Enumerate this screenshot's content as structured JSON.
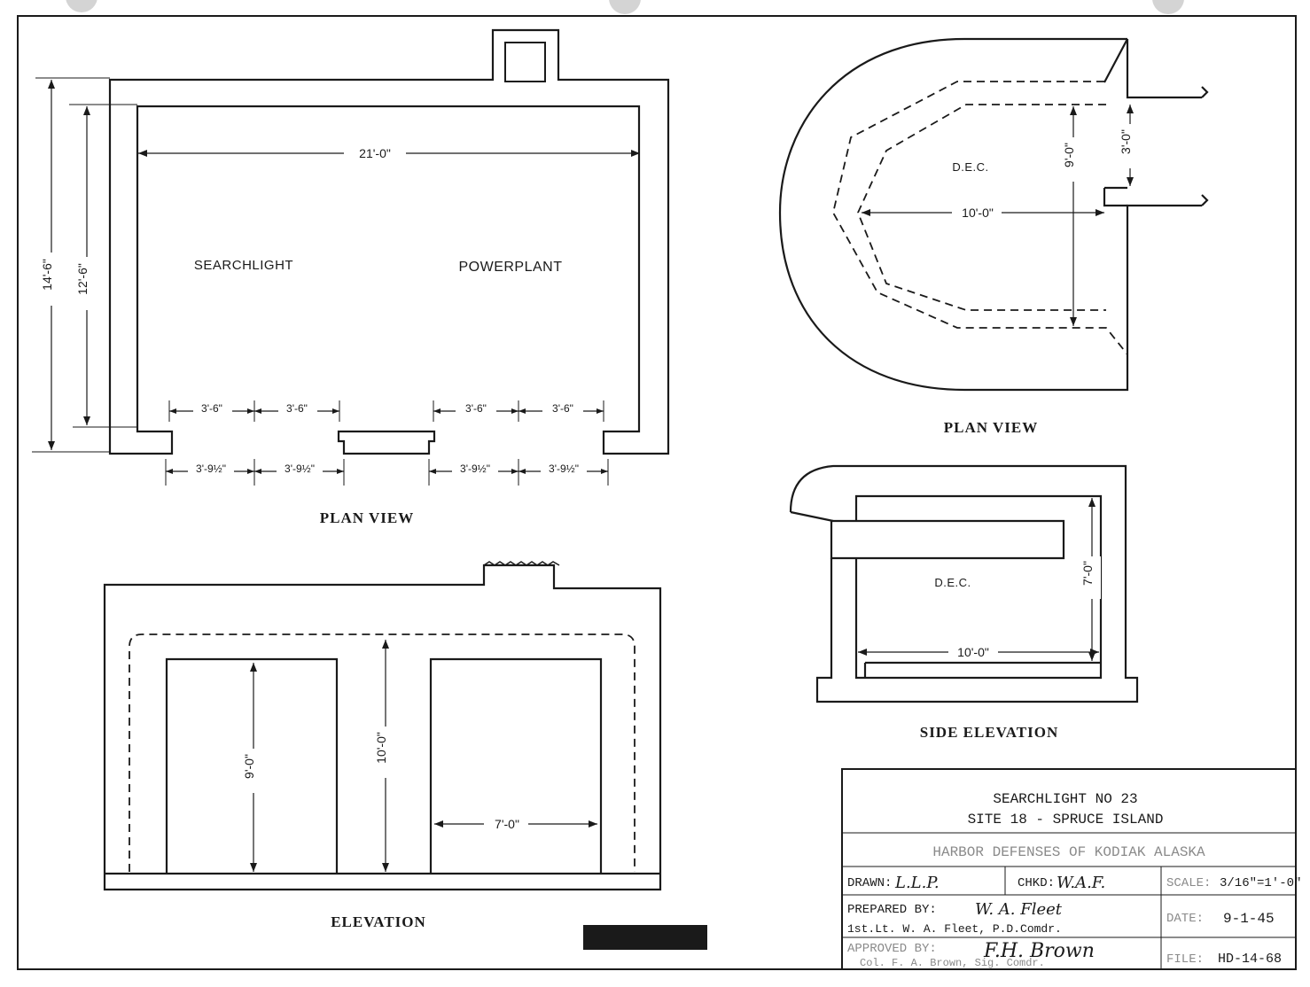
{
  "plan_view_left": {
    "caption": "PLAN VIEW",
    "room_label_left": "SEARCHLIGHT",
    "room_label_right": "POWERPLANT",
    "dim_overall_width": "21'-0\"",
    "dim_outer_depth": "14'-6\"",
    "dim_inner_depth": "12'-6\"",
    "dim_door_inner": [
      "3'-6\"",
      "3'-6\"",
      "3'-6\"",
      "3'-6\""
    ],
    "dim_door_outer": [
      "3'-9½\"",
      "3'-9½\"",
      "3'-9½\"",
      "3'-9½\""
    ]
  },
  "plan_view_right": {
    "caption": "PLAN VIEW",
    "room_label": "D.E.C.",
    "dim_depth": "9'-0\"",
    "dim_width": "10'-0\"",
    "dim_opening": "3'-0\""
  },
  "elevation": {
    "caption": "ELEVATION",
    "dim_door_height": "9'-0\"",
    "dim_overall_height": "10'-0\"",
    "dim_door_width": "7'-0\""
  },
  "side_elevation": {
    "caption": "SIDE ELEVATION",
    "room_label": "D.E.C.",
    "dim_height": "7'-0\"",
    "dim_width": "10'-0\""
  },
  "title_block": {
    "line1": "SEARCHLIGHT NO 23",
    "line2": "SITE 18 - SPRUCE ISLAND",
    "subtitle": "HARBOR DEFENSES OF KODIAK ALASKA",
    "drawn_label": "DRAWN:",
    "drawn_value": "L.L.P.",
    "chkd_label": "CHKD:",
    "chkd_value": "W.A.F.",
    "scale_label": "SCALE:",
    "scale_value": "3/16\"=1'-0\"",
    "prepared_label": "PREPARED BY:",
    "prepared_signature": "W. A. Fleet",
    "prepared_name": "1st.Lt. W. A. Fleet, P.D.Comdr.",
    "date_label": "DATE:",
    "date_value": "9-1-45",
    "approved_label": "APPROVED BY:",
    "approved_signature": "F.H. Brown",
    "approved_name": "Col. F. A. Brown, Sig. Comdr.",
    "file_label": "FILE:",
    "file_value": "HD-14-68"
  }
}
